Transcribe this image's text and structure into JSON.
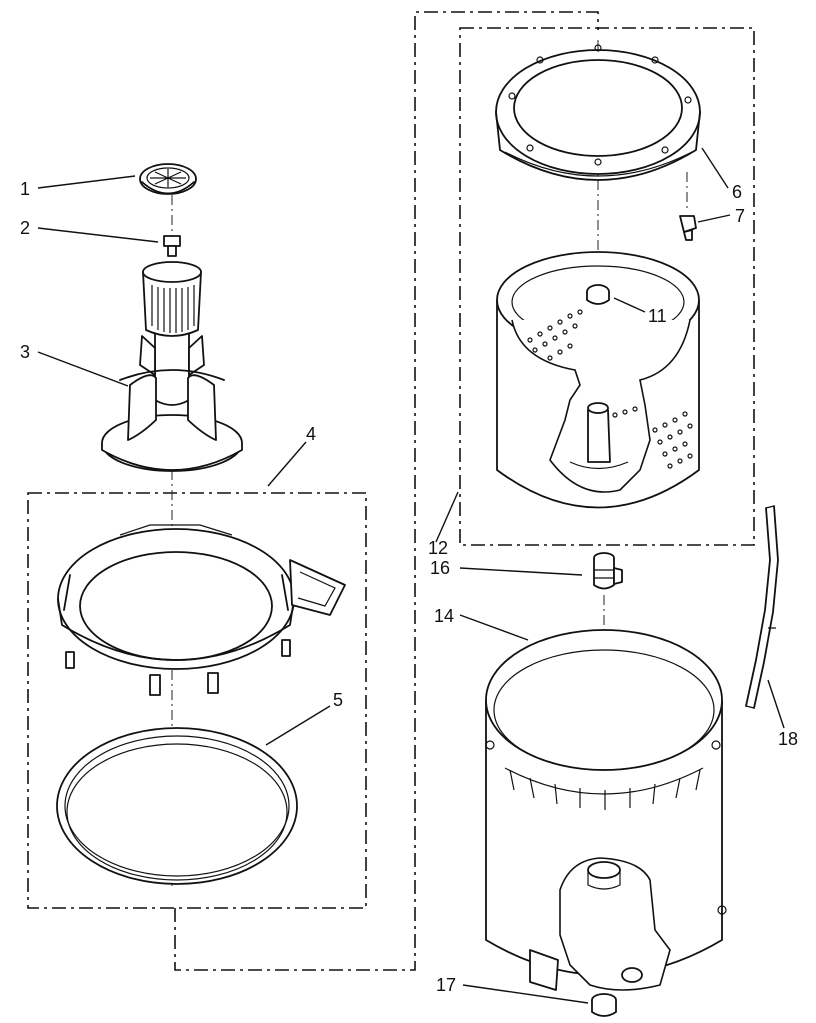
{
  "callouts": [
    {
      "id": "c1",
      "label": "1"
    },
    {
      "id": "c2",
      "label": "2"
    },
    {
      "id": "c3",
      "label": "3"
    },
    {
      "id": "c4",
      "label": "4"
    },
    {
      "id": "c5",
      "label": "5"
    },
    {
      "id": "c6",
      "label": "6"
    },
    {
      "id": "c7",
      "label": "7"
    },
    {
      "id": "c11",
      "label": "11"
    },
    {
      "id": "c12",
      "label": "12"
    },
    {
      "id": "c14",
      "label": "14"
    },
    {
      "id": "c16",
      "label": "16"
    },
    {
      "id": "c17",
      "label": "17"
    },
    {
      "id": "c18",
      "label": "18"
    }
  ],
  "parts": [
    {
      "number": "1",
      "icon": "agitator-cap-icon"
    },
    {
      "number": "2",
      "icon": "bolt-icon"
    },
    {
      "number": "3",
      "icon": "agitator-icon"
    },
    {
      "number": "4",
      "icon": "tub-ring-icon"
    },
    {
      "number": "5",
      "icon": "tub-seal-icon"
    },
    {
      "number": "6",
      "icon": "balance-ring-icon"
    },
    {
      "number": "7",
      "icon": "screw-icon"
    },
    {
      "number": "11",
      "icon": "drive-nut-icon"
    },
    {
      "number": "12",
      "icon": "spin-basket-icon"
    },
    {
      "number": "14",
      "icon": "outer-tub-icon"
    },
    {
      "number": "16",
      "icon": "drive-block-icon"
    },
    {
      "number": "17",
      "icon": "drain-plug-icon"
    },
    {
      "number": "18",
      "icon": "hose-icon"
    }
  ]
}
